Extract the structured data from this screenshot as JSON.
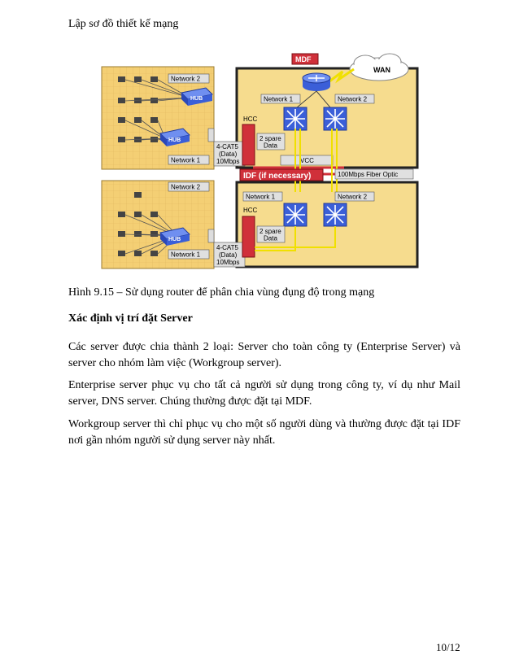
{
  "header": {
    "title": "Lập sơ đồ thiết kế mạng"
  },
  "figure": {
    "labels": {
      "mdf": "MDF",
      "wan": "WAN",
      "network2_top": "Network 2",
      "network1_top": "Network 1",
      "hub": "HUB",
      "cat5": "4-CAT5",
      "data": "(Data)",
      "speed": "10Mbps",
      "hcc": "HCC",
      "spare": "2 spare",
      "spare_data": "Data",
      "vcc": "VCC",
      "idf": "IDF (if necessary)",
      "fiber": "100Mbps Fiber Optic",
      "mdf_network1": "Network 1",
      "mdf_network2": "Network 2",
      "idf_network1": "Network 1",
      "idf_network2": "Network 2"
    },
    "colors": {
      "panel": "#f4cf74",
      "room": "#f6dc8e",
      "label_bg": "#e0e0e0",
      "red": "#d0303a",
      "blue": "#3b5fd8"
    }
  },
  "caption": "Hình 9.15 – Sử dụng router để phân chia vùng đụng độ trong mạng",
  "section_heading": "Xác định vị trí đặt Server",
  "paragraphs": [
    "Các server được chia thành 2 loại: Server cho toàn công ty (Enterprise Server) và server cho nhóm làm việc (Workgroup server).",
    "Enterprise server phục vụ cho tất cả người sử dụng trong công ty, ví dụ như Mail server, DNS server. Chúng thường được đặt tại MDF.",
    "Workgroup server thì chỉ phục vụ cho một số người dùng và thường được đặt tại IDF nơi gần nhóm người sử dụng server này nhất."
  ],
  "page_number": "10/12"
}
